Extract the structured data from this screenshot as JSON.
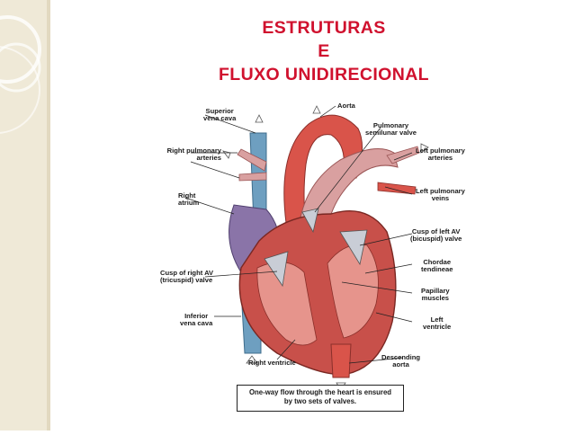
{
  "title": {
    "line1": "ESTRUTURAS",
    "line2": "E",
    "line3": "FLUXO UNIDIRECIONAL"
  },
  "diagram": {
    "labels": {
      "superior_vena_cava": "Superior\nvena cava",
      "aorta": "Aorta",
      "pulmonary_semilunar_valve": "Pulmonary\nsemilunar valve",
      "right_pulmonary_arteries": "Right pulmonary\narteries",
      "left_pulmonary_arteries": "Left pulmonary\narteries",
      "left_pulmonary_veins": "Left pulmonary\nveins",
      "right_atrium": "Right\natrium",
      "cusp_left_av": "Cusp of left AV\n(bicuspid) valve",
      "chordae_tendineae": "Chordae\ntendineae",
      "cusp_right_av": "Cusp of right AV\n(tricuspid) valve",
      "papillary_muscles": "Papillary\nmuscles",
      "inferior_vena_cava": "Inferior\nvena cava",
      "left_ventricle": "Left\nventricle",
      "right_ventricle": "Right ventricle",
      "descending_aorta": "Descending\naorta"
    },
    "caption": "One-way flow through the heart is ensured\nby two sets of valves."
  },
  "colors": {
    "title": "#d0112e",
    "vena_cava_blue": "#6e9fc0",
    "heart_red": "#d9544a",
    "myocardium": "#c8504a",
    "valve_cusp": "#c9cdd6",
    "atrium_purple": "#8a74a8"
  }
}
